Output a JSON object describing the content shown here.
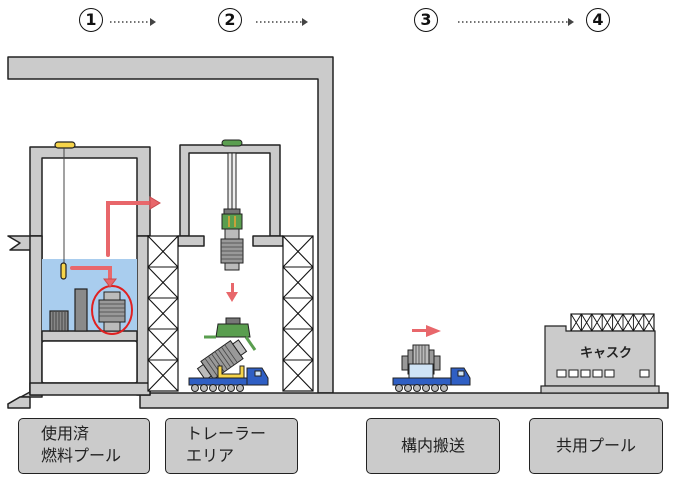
{
  "steps": [
    {
      "number": "1",
      "label": "使用済燃料プール"
    },
    {
      "number": "2",
      "label": "トレーラーエリア"
    },
    {
      "number": "3",
      "label": "構内搬送"
    },
    {
      "number": "4",
      "label": "共用プール"
    }
  ],
  "stations": [
    {
      "lines": [
        "使用済",
        "燃料プール"
      ]
    },
    {
      "lines": [
        "トレーラー",
        "エリア"
      ]
    },
    {
      "lines": [
        "構内搬送"
      ]
    },
    {
      "lines": [
        "共用プール"
      ]
    }
  ],
  "cask_building_label": "キャスク",
  "colors": {
    "structure": "#cbcbcb",
    "water": "#a9cdee",
    "arrow": "#e8676b",
    "crane_yellow": "#f6d44a",
    "crane_green": "#5a9e4f",
    "trailer_blue": "#2f5fc4",
    "highlight_ring": "#e02020",
    "outline": "#222222"
  }
}
